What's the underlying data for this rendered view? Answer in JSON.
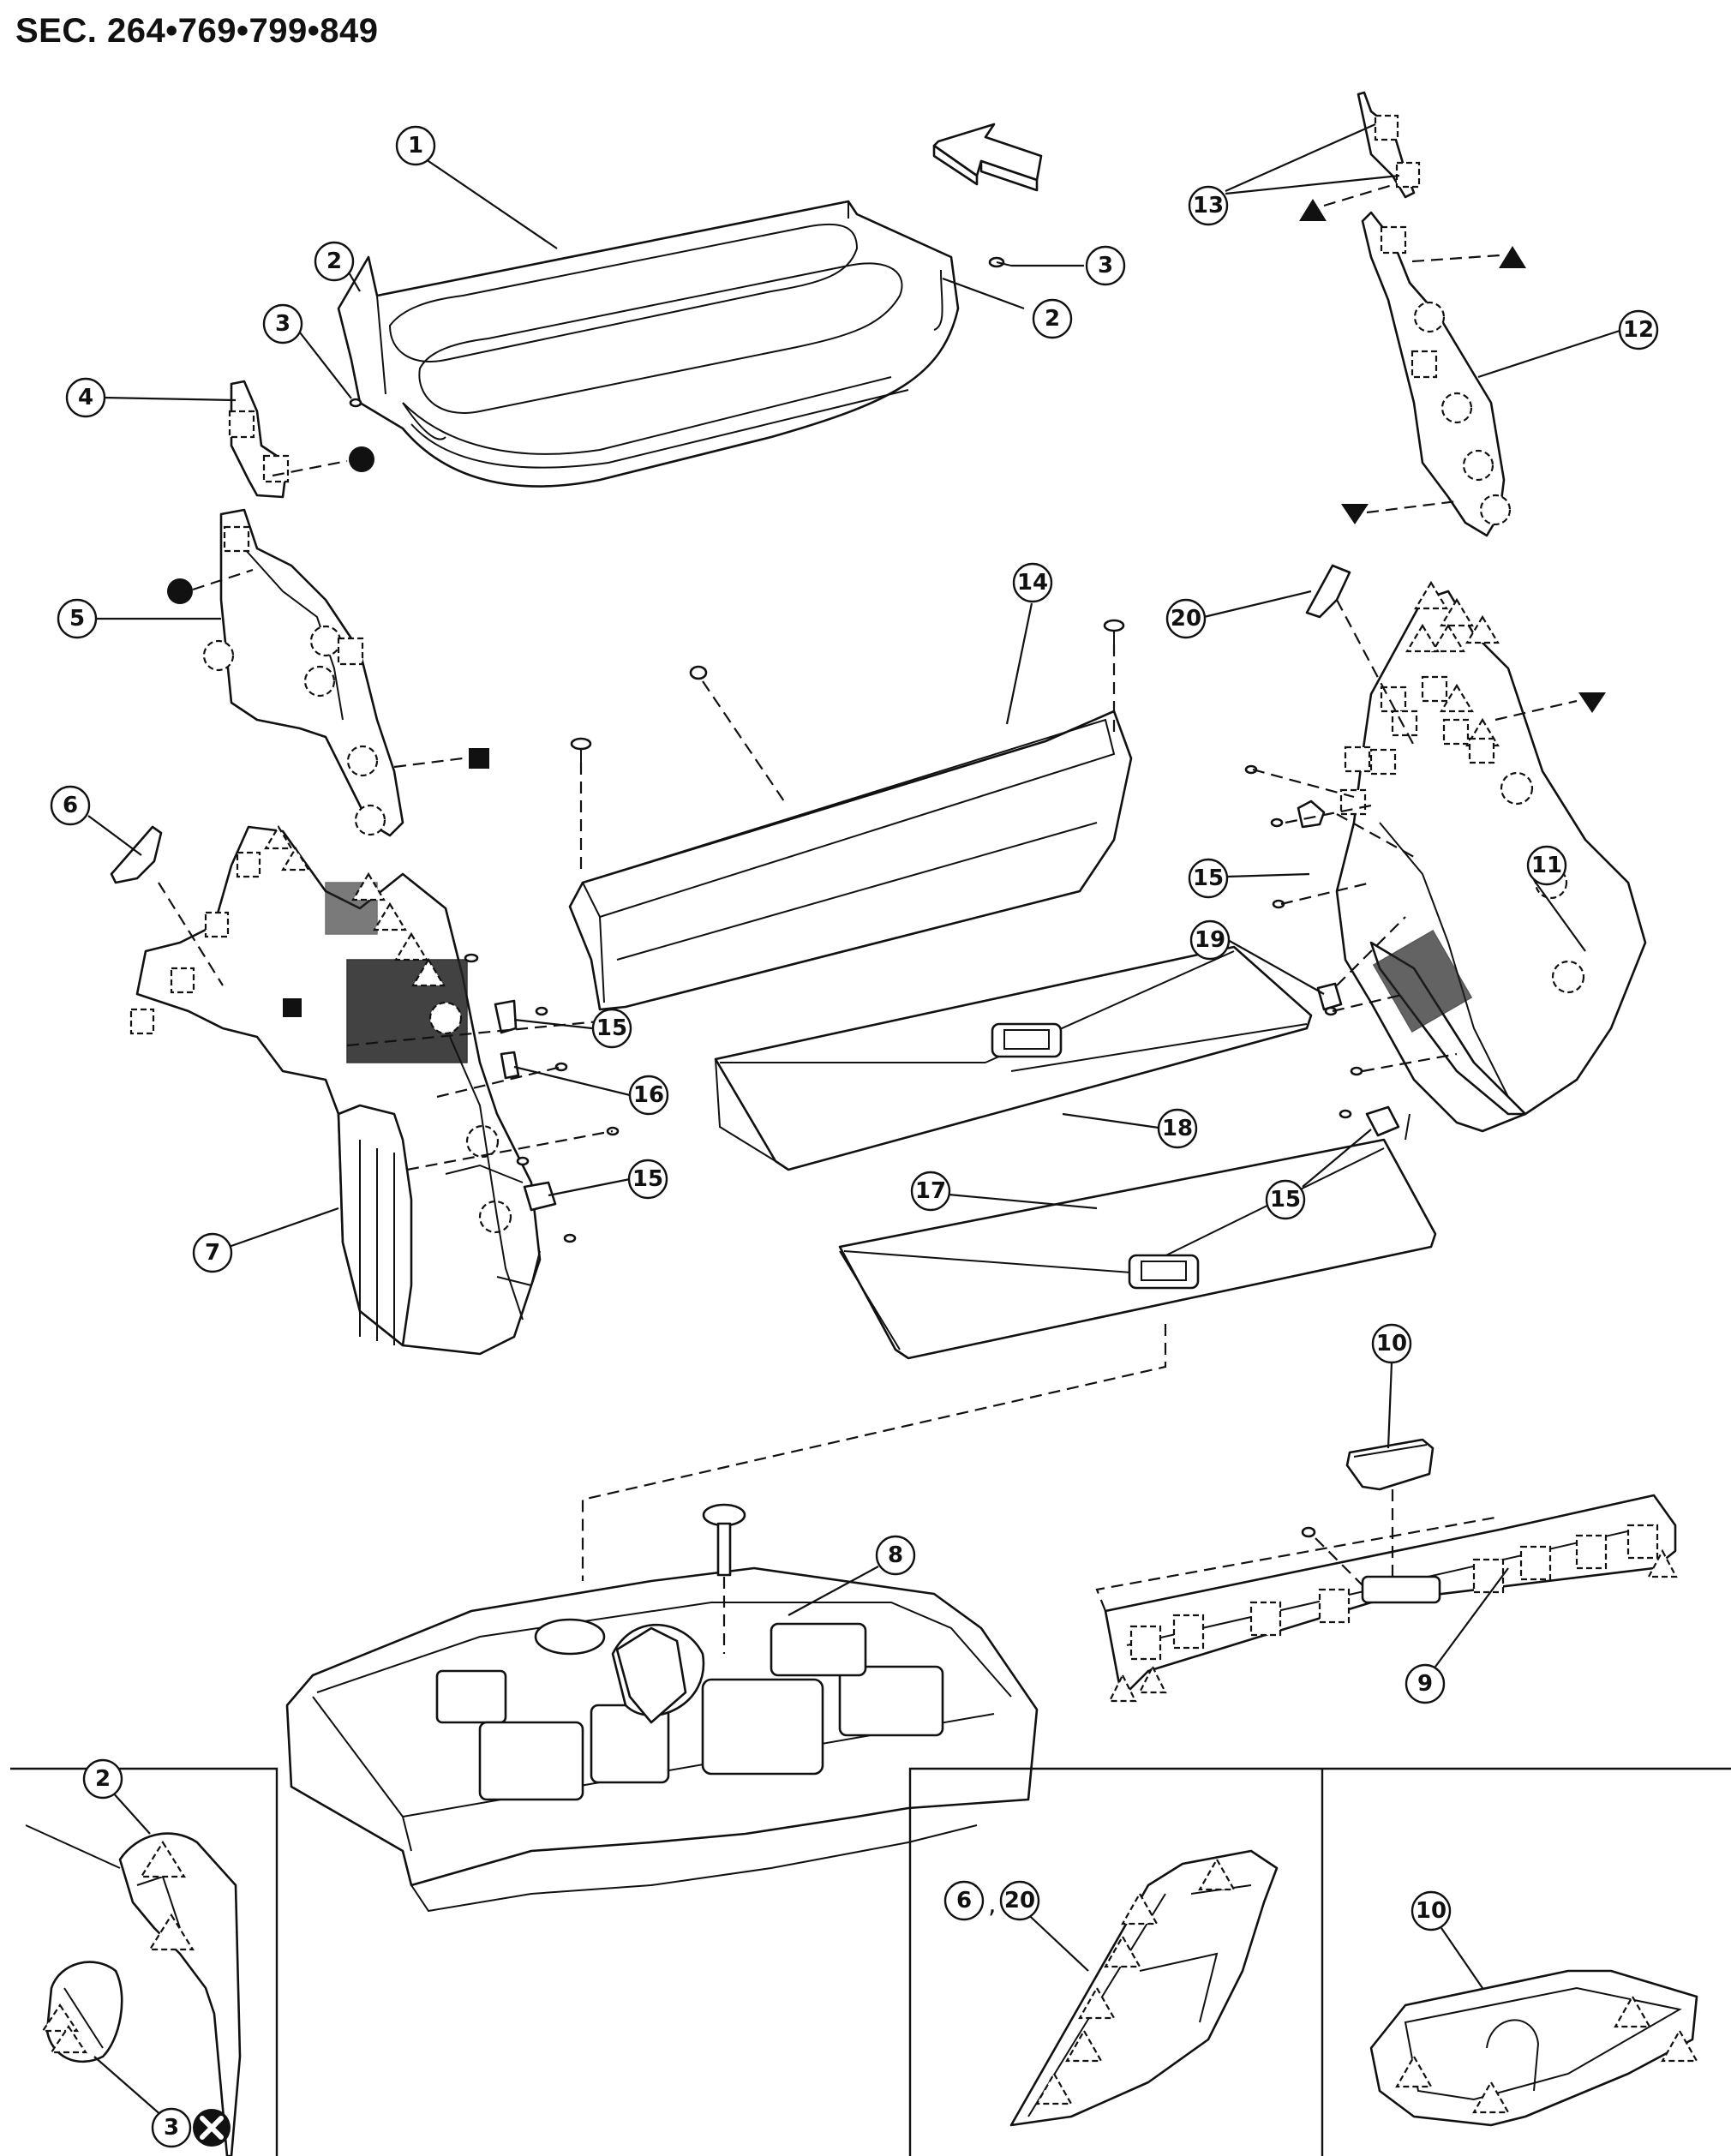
{
  "section_title": "SEC. 264•769•799•849",
  "callouts": [
    "1",
    "2",
    "2",
    "3",
    "3",
    "4",
    "5",
    "6",
    "7",
    "8",
    "9",
    "10",
    "11",
    "12",
    "13",
    "14",
    "15",
    "15",
    "15",
    "16",
    "17",
    "18",
    "19",
    "20",
    "2",
    "3",
    "6",
    "20",
    "10"
  ],
  "separator": ",",
  "icons": {
    "front_arrow": "front-direction-arrow-icon",
    "symbols": [
      "filled-circle",
      "filled-square",
      "filled-triangle-up",
      "filled-triangle-down"
    ],
    "do_not_reuse": "circle-x-icon",
    "clips": [
      "square-clip",
      "round-clip",
      "triangle-pawl"
    ]
  }
}
